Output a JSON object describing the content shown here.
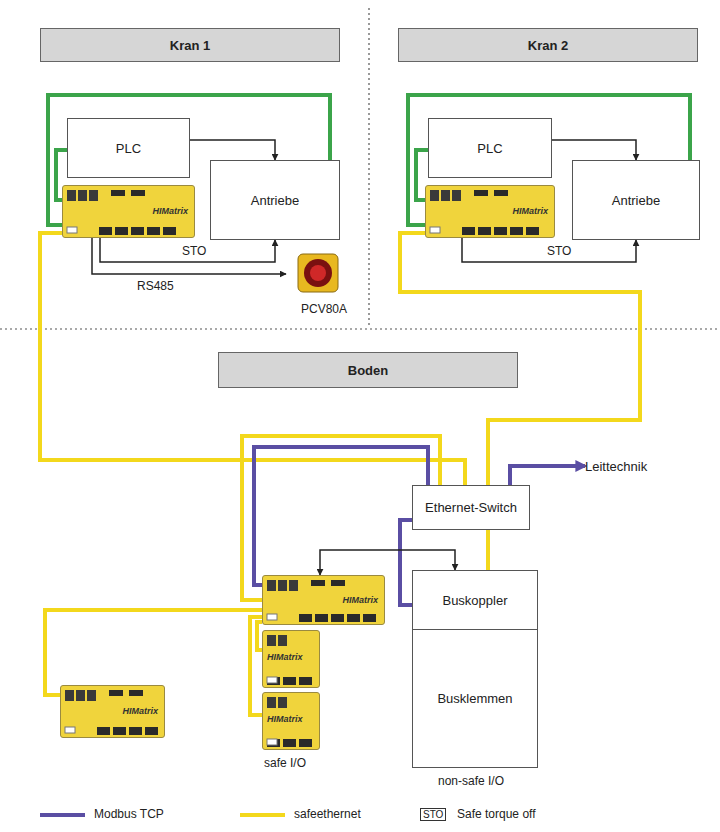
{
  "diagram": {
    "nodes": [
      {
        "text": [
          "Kran 1"
        ]
      },
      {
        "text": [
          "PLC"
        ]
      },
      {
        "text": [
          "HIMatrix"
        ]
      },
      {
        "text": [
          "Antriebe"
        ]
      },
      {
        "text": [
          "PCV80A"
        ]
      },
      {
        "text": [
          "Kran 2"
        ]
      },
      {
        "text": [
          "PLC"
        ]
      },
      {
        "text": [
          "HIMatrix"
        ]
      },
      {
        "text": [
          "Antriebe"
        ]
      },
      {
        "text": [
          "Boden"
        ]
      },
      {
        "text": [
          "Ethernet-Switch"
        ]
      },
      {
        "text": [
          "Leittechnik"
        ]
      },
      {
        "text": [
          "HIMatrix"
        ]
      },
      {
        "text": [
          "HIMatrix"
        ]
      },
      {
        "text": [
          "HIMatrix"
        ]
      },
      {
        "text": [
          "Buskoppler"
        ]
      },
      {
        "text": [
          "Busklemmen"
        ]
      },
      {
        "text": [
          "HIMatrix"
        ]
      }
    ],
    "edges": [
      {
        "from": 1,
        "to": 3,
        "arrow": "to"
      },
      {
        "from": 2,
        "to": 3,
        "label": "STO",
        "arrow": "to"
      },
      {
        "from": 2,
        "to": 4,
        "label": "RS485",
        "arrow": "to"
      },
      {
        "from": 2,
        "to": 1,
        "arrow": "none"
      },
      {
        "from": 2,
        "to": 3,
        "arrow": "none"
      },
      {
        "from": 6,
        "to": 8,
        "arrow": "to"
      },
      {
        "from": 7,
        "to": 8,
        "label": "STO",
        "arrow": "to"
      },
      {
        "from": 7,
        "to": 6,
        "arrow": "none"
      },
      {
        "from": 7,
        "to": 8,
        "arrow": "none"
      },
      {
        "from": 2,
        "to": 10,
        "arrow": "none"
      },
      {
        "from": 7,
        "to": 10,
        "arrow": "none"
      },
      {
        "from": 12,
        "to": 10,
        "arrow": "none"
      },
      {
        "from": 12,
        "to": 10,
        "arrow": "none"
      },
      {
        "from": 10,
        "to": 15,
        "arrow": "none"
      },
      {
        "from": 10,
        "to": 11,
        "arrow": "to"
      },
      {
        "from": 10,
        "to": 15,
        "arrow": "none"
      },
      {
        "from": 15,
        "to": 12,
        "arrow": "both"
      },
      {
        "from": 12,
        "to": 13,
        "arrow": "none"
      },
      {
        "from": 12,
        "to": 14,
        "arrow": "none"
      },
      {
        "from": 12,
        "to": 17,
        "arrow": "none"
      }
    ],
    "labels": [
      "safe I/O",
      "non-safe I/O",
      "STO"
    ],
    "legend": [
      {
        "text": "Modbus TCP"
      },
      {
        "text": "safeethernet"
      },
      {
        "text": "Safe torque off"
      }
    ]
  }
}
